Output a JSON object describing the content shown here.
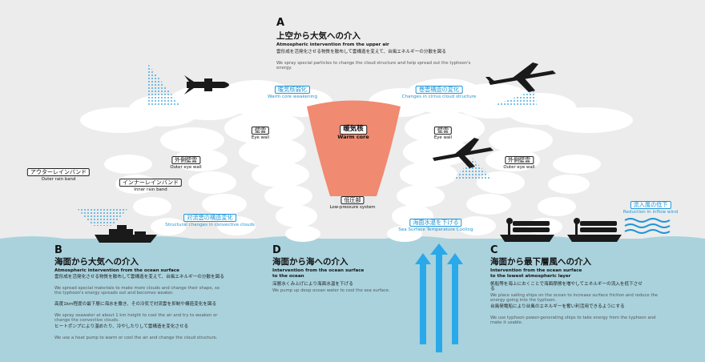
{
  "colors": {
    "background": "#ececec",
    "ocean": "#a9d2dd",
    "cloud": "#ffffff",
    "warm_core": "#f08a70",
    "accent_blue": "#1e96d8",
    "dark": "#1a1a1a"
  },
  "section_a": {
    "letter": "A",
    "title_ja": "上空から大気への介入",
    "title_en": "Atmospheric intervention from the upper air",
    "desc_ja": "雲形成を活発化させる物質を散布して雲構造を変えて、台風エネルギーの分散を図る",
    "desc_en": "We spray special particles to change the cloud structure and help spread out the typhoon's energy."
  },
  "section_b": {
    "letter": "B",
    "title_ja": "海面から大気への介入",
    "title_en": "Atmospheric intervention from the ocean surface",
    "p1_ja": "雲形成を活発化させる物質を散布して雲構造を変えて、台風エネルギーの分散を図る",
    "p1_en": "We spread special materials to make more clouds and change their shape, so the typhoon's energy spreads out and becomes weaker.",
    "p2_ja": "高度1km程度の最下層に海水を撒き、その冷気で対流雲を抑制や構造変化を図る",
    "p2_en": "We spray seawater at about 1 km height to cool the air and try to weaken or change the convective clouds.",
    "p3_ja": "ヒートポンプにより温めたり、冷やしたりして雲構造を変化させる",
    "p3_en": "We use a heat pump to warm or cool the air and change the cloud structure."
  },
  "section_d": {
    "letter": "D",
    "title_ja": "海面から海への介入",
    "title_en_1": "Intervention from the ocean surface",
    "title_en_2": "to the ocean",
    "desc_ja": "深層水くみ上げにより海面水温を下げる",
    "desc_en": "We pump up deep ocean water to cool the sea surface."
  },
  "section_c": {
    "letter": "C",
    "title_ja": "海面から最下層風への介入",
    "title_en_1": "Intervention from the ocean surface",
    "title_en_2": "to the lowest atmospheric layer",
    "p1_ja": "帆船等を海上におくことで海面摩擦を増やしてエネルギーの流入を低下させる",
    "p1_en": "We place sailing ships on the ocean to increase surface friction and reduce the energy going into the typhoon.",
    "p2_ja": "台風発電船により台風のエネルギーを奪い利活用できるようにする",
    "p2_en": "We use typhoon power-generating ships to take energy from the typhoon and make it usable."
  },
  "labels": {
    "warm_core_weakening_ja": "暖気核弱化",
    "warm_core_weakening_en": "Warm core weakening",
    "cirrus_change_ja": "巻雲構造の変化",
    "cirrus_change_en": "Changes in cirrus cloud structure",
    "eye_wall_ja": "壁雲",
    "eye_wall_en": "Eye wall",
    "warm_core_ja": "暖気核",
    "warm_core_en": "Warm core",
    "outer_eye_wall_ja": "外側壁雲",
    "outer_eye_wall_en": "Outer eye wall",
    "outer_rain_band_ja": "アウターレインバンド",
    "outer_rain_band_en": "Outer rain band",
    "inner_rain_band_ja": "インナーレインバンド",
    "inner_rain_band_en": "Inner rain band",
    "low_pressure_ja": "低圧部",
    "low_pressure_en": "Low-pressure system",
    "convective_change_ja": "対流雲の構造変化",
    "convective_change_en": "Structural changes in convective clouds",
    "sst_lower_ja": "海面水温を下げる",
    "sst_lower_en": "Sea Surface Temperature Cooling",
    "inflow_lower_ja": "流入風の低下",
    "inflow_lower_en": "Reduction in inflow wind"
  },
  "icons": [
    "rocket-icon",
    "airplane-icon",
    "ship-icon",
    "turbine-ship-icon",
    "wind-waves-icon",
    "upwelling-arrows-icon",
    "spray-particles-icon"
  ]
}
